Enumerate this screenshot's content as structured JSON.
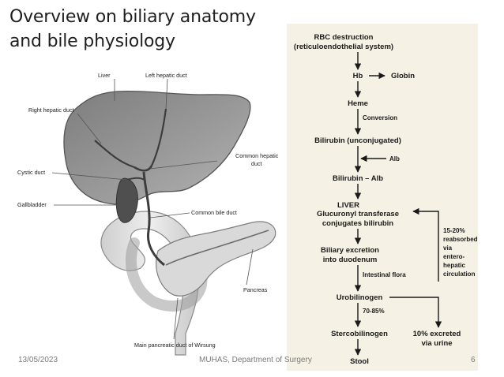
{
  "slide": {
    "title_line1": "Overview on biliary anatomy",
    "title_line2": "and bile physiology",
    "footer_date": "13/05/2023",
    "footer_dept": "MUHAS, Department of Surgery",
    "footer_page": "6"
  },
  "anatomy_labels": {
    "liver": "Liver",
    "left_hepatic_duct": "Left hepatic duct",
    "right_hepatic_duct": "Right hepatic duct",
    "common_hepatic_duct_1": "Common hepatic",
    "common_hepatic_duct_2": "duct",
    "cystic_duct": "Cystic duct",
    "gallbladder": "Gallbladder",
    "common_bile_duct": "Common bile duct",
    "pancreas": "Pancreas",
    "pancreatic_duct": "Main pancreatic duct of Wirsung"
  },
  "flowchart": {
    "rbc_1": "RBC destruction",
    "rbc_2": "(reticuloendothelial system)",
    "hb": "Hb",
    "globin": "Globin",
    "heme": "Heme",
    "conversion": "Conversion",
    "bili_unconj": "Bilirubin (unconjugated)",
    "alb": "Alb",
    "bili_alb": "Bilirubin – Alb",
    "liver": "LIVER",
    "glucuronyl": "Glucuronyl transferase",
    "conjugates": "conjugates bilirubin",
    "biliary_1": "Biliary excretion",
    "biliary_2": "into duodenum",
    "flora": "Intestinal flora",
    "urobilinogen": "Urobilinogen",
    "pct_7085": "70-85%",
    "stercobilinogen": "Stercobilinogen",
    "excreted_1": "10% excreted",
    "excreted_2": "via urine",
    "stool": "Stool",
    "reabs_1": "15-20%",
    "reabs_2": "reabsorbed",
    "reabs_3": "via",
    "reabs_4": "entero-",
    "reabs_5": "hepatic",
    "reabs_6": "circulation"
  }
}
